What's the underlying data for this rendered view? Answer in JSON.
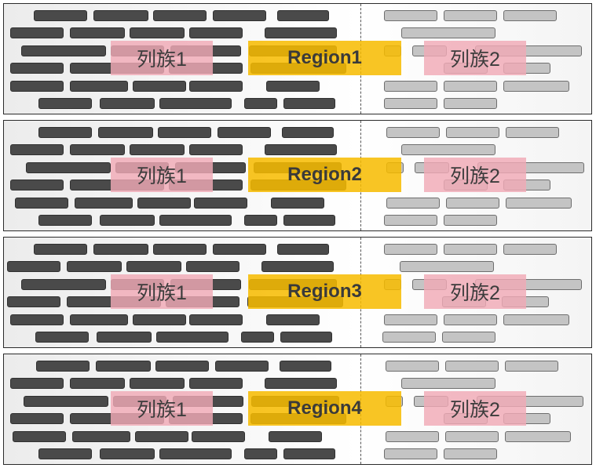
{
  "regions": [
    {
      "name": "Region1",
      "cf_left": "列族1",
      "cf_right": "列族2"
    },
    {
      "name": "Region2",
      "cf_left": "列族1",
      "cf_right": "列族2"
    },
    {
      "name": "Region3",
      "cf_left": "列族1",
      "cf_right": "列族2"
    },
    {
      "name": "Region4",
      "cf_left": "列族1",
      "cf_right": "列族2"
    }
  ],
  "colors": {
    "dark_brick": "#4a4a4a",
    "light_brick": "#c4c4c4",
    "column_family_highlight": "#f0aab6",
    "region_highlight": "#f7bb00"
  }
}
